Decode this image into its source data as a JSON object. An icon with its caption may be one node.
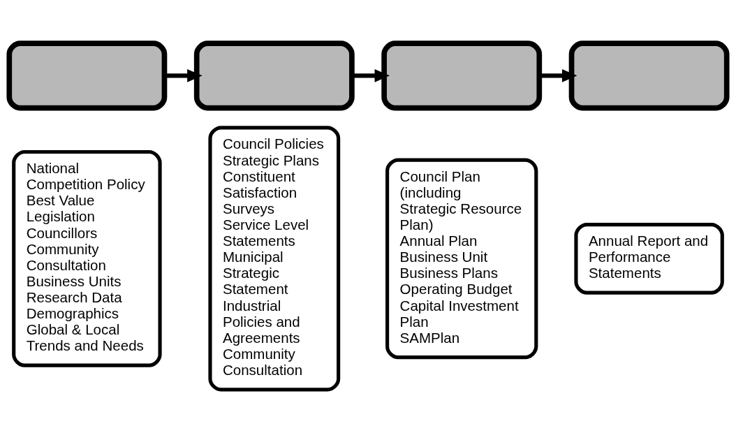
{
  "diagram": {
    "nodes": [
      {
        "text": [],
        "shape": "box"
      },
      {
        "text": [
          "National Competition Policy",
          "Best Value Legislation",
          "Councillors",
          "Community Consultation",
          "Business Units",
          "Research Data",
          "Demographics",
          "Global & Local Trends and Needs"
        ]
      },
      {
        "text": [],
        "shape": "box"
      },
      {
        "text": [
          "Council Policies",
          "Strategic Plans",
          "Constituent Satisfaction Surveys",
          "Service Level Statements",
          "Municipal Strategic Statement",
          "Industrial Policies and Agreements",
          "Community Consultation"
        ]
      },
      {
        "text": [],
        "shape": "box"
      },
      {
        "text": [
          "Council Plan (including Strategic Resource Plan)",
          "Annual Plan",
          "Business Unit Business Plans",
          "Operating Budget",
          "Capital Investment Plan",
          "SAMPlan"
        ]
      },
      {
        "text": [],
        "shape": "box"
      },
      {
        "text": [
          "Annual Report and Performance Statements"
        ]
      }
    ],
    "edges": [
      {
        "from": 0,
        "to": 2,
        "arrow": "to"
      },
      {
        "from": 2,
        "to": 4,
        "arrow": "to"
      },
      {
        "from": 4,
        "to": 6,
        "arrow": "to"
      }
    ]
  }
}
